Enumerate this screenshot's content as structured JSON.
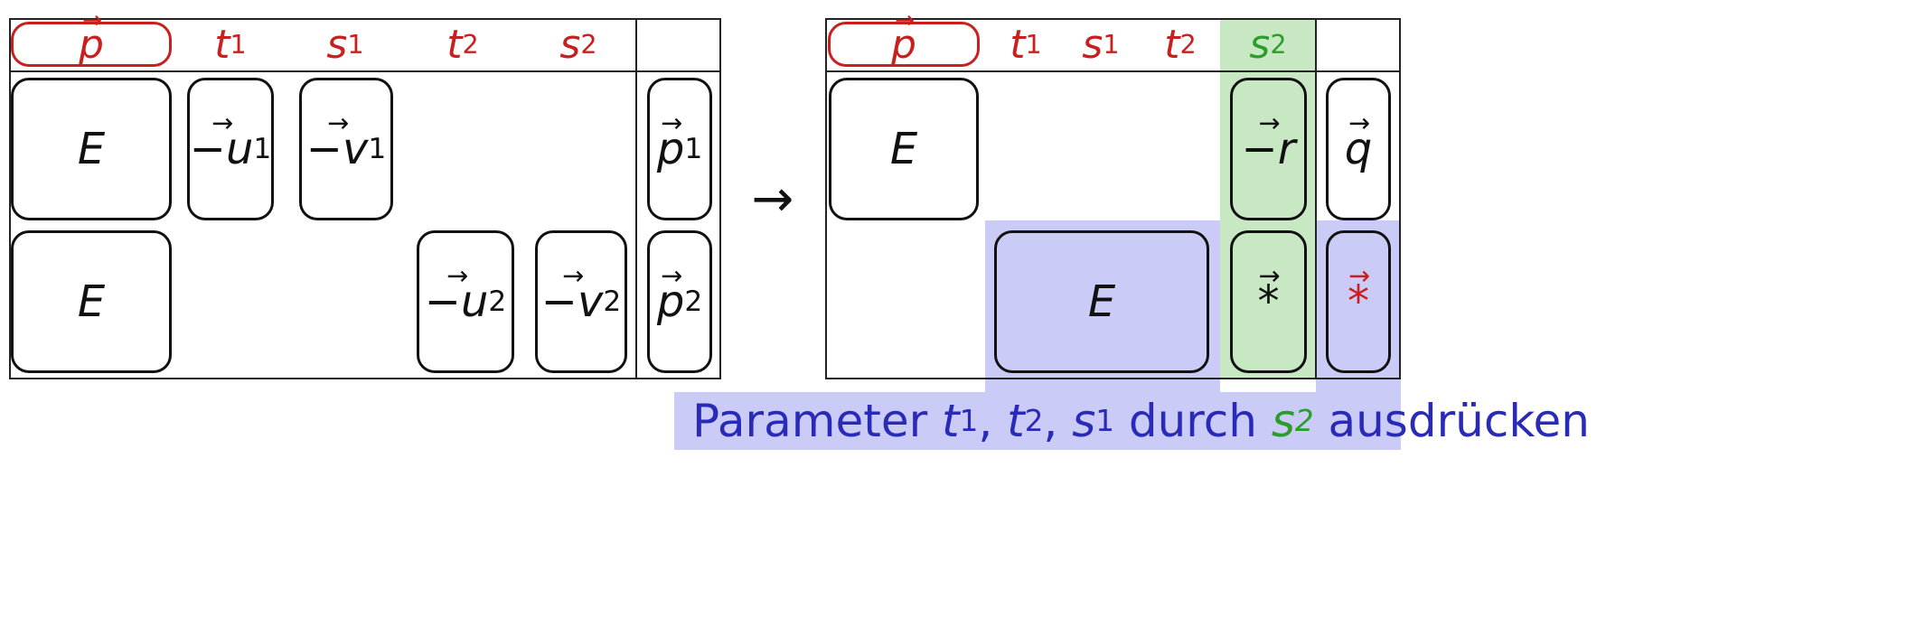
{
  "left_matrix": {
    "header": {
      "p": "p",
      "t1": "t",
      "t1_sub": "1",
      "s1": "s",
      "s1_sub": "1",
      "t2": "t",
      "t2_sub": "2",
      "s2": "s",
      "s2_sub": "2"
    },
    "row1": {
      "E": "E",
      "u": "−u",
      "u_sub": "1",
      "v": "−v",
      "v_sub": "1",
      "p": "p",
      "p_sub": "1"
    },
    "row2": {
      "E": "E",
      "u": "−u",
      "u_sub": "2",
      "v": "−v",
      "v_sub": "2",
      "p": "p",
      "p_sub": "2"
    }
  },
  "arrow": "→",
  "right_matrix": {
    "header": {
      "p": "p",
      "t1": "t",
      "t1_sub": "1",
      "s1": "s",
      "s1_sub": "1",
      "t2": "t",
      "t2_sub": "2",
      "s2": "s",
      "s2_sub": "2"
    },
    "row1": {
      "E": "E",
      "r": "−r",
      "q": "q"
    },
    "row2": {
      "E": "E",
      "star_green": "*",
      "star_red": "*"
    }
  },
  "caption": {
    "prefix": "Parameter ",
    "t1": "t",
    "t1_sub": "1",
    "sep1": ", ",
    "t2": "t",
    "t2_sub": "2",
    "sep2": ", ",
    "s1": "s",
    "s1_sub": "1",
    "mid": " durch ",
    "s2": "s",
    "s2_sub": "2",
    "suffix": " ausdrücken"
  },
  "colors": {
    "red": "#c8201e",
    "green": "#2a9d2a",
    "blue": "#2a2ab8",
    "blue_highlight": "#cbcbf7",
    "green_highlight": "#c8e8c4"
  }
}
